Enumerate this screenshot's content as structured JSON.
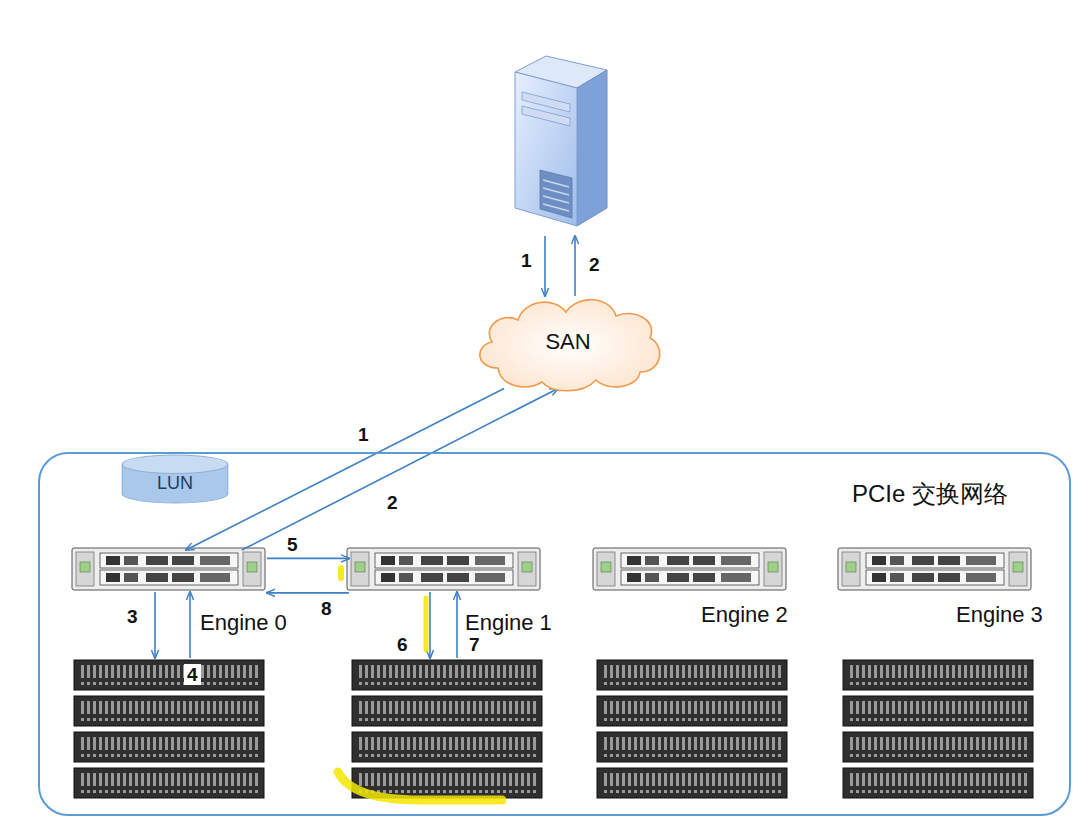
{
  "diagram": {
    "nodes": [
      {
        "text": [
          "SAN"
        ]
      },
      {
        "text": [
          "PCIe 交换网络"
        ]
      },
      {
        "text": [
          "LUN"
        ],
        "in": 1
      },
      {
        "text": [
          "Engine 0"
        ],
        "in": 1
      },
      {
        "text": [
          "Engine 1"
        ],
        "in": 1
      },
      {
        "text": [
          "Engine 2"
        ],
        "in": 1
      },
      {
        "text": [
          "Engine 3"
        ],
        "in": 1
      }
    ],
    "edges": [
      {
        "from": 0,
        "to": 3,
        "label": "1",
        "arrow": "to"
      },
      {
        "from": 3,
        "to": 0,
        "label": "2",
        "arrow": "to"
      },
      {
        "from": 3,
        "to": 4,
        "label": "5",
        "arrow": "to"
      },
      {
        "from": 4,
        "to": 3,
        "label": "8",
        "arrow": "to"
      }
    ],
    "labels": [
      "1",
      "2",
      "3",
      "4",
      "6",
      "7"
    ]
  }
}
